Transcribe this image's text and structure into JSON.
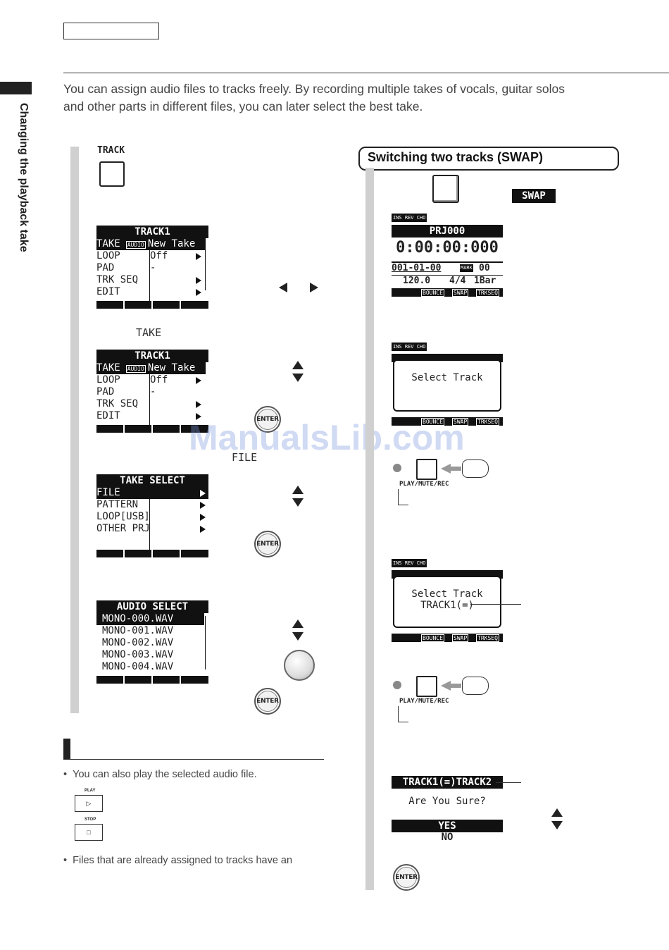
{
  "intro": {
    "line1": "You can assign audio files to tracks freely. By recording multiple takes of vocals, guitar solos",
    "line2": "and other parts in different files, you can later select the best take."
  },
  "side_tab": "Changing the playback take",
  "track_button_label": "TRACK",
  "screen1": {
    "title": "TRACK1",
    "rows": [
      {
        "left": "TAKE",
        "tag": "AUDIO",
        "right": "New Take"
      },
      {
        "left": "LOOP",
        "tag": "",
        "right": "Off"
      },
      {
        "left": "PAD",
        "tag": "",
        "right": "-"
      },
      {
        "left": "TRK SEQ",
        "tag": "",
        "right": ""
      },
      {
        "left": "EDIT",
        "tag": "",
        "right": ""
      }
    ]
  },
  "take_label": "TAKE",
  "screen2": {
    "title": "TRACK1",
    "rows": [
      {
        "left": "TAKE",
        "tag": "AUDIO",
        "right": "New Take"
      },
      {
        "left": "LOOP",
        "tag": "",
        "right": "Off"
      },
      {
        "left": "PAD",
        "tag": "",
        "right": "-"
      },
      {
        "left": "TRK SEQ",
        "tag": "",
        "right": ""
      },
      {
        "left": "EDIT",
        "tag": "",
        "right": ""
      }
    ]
  },
  "enter_label": "ENTER",
  "file_label": "FILE",
  "screen3": {
    "title": "TAKE SELECT",
    "rows": [
      "FILE",
      "PATTERN",
      "LOOP[USB]",
      "OTHER PRJ"
    ]
  },
  "screen4": {
    "title": "AUDIO SELECT",
    "rows": [
      "MONO-000.WAV",
      "MONO-001.WAV",
      "MONO-002.WAV",
      "MONO-003.WAV",
      "MONO-004.WAV"
    ]
  },
  "bullets": {
    "b1": "You can also play the selected audio file.",
    "b2": "Files that are already assigned to tracks have an"
  },
  "keys": {
    "play": "PLAY",
    "stop": "STOP"
  },
  "watermark": "ManualsLib.com",
  "swap": {
    "heading": "Switching two tracks (SWAP)",
    "swap_tag": "SWAP",
    "top_tags": "INS REV CHO",
    "project": "PRJ000",
    "time": "0:00:00:000",
    "position": "001-01-00",
    "mark": "MARK",
    "mark_num": "00",
    "tempo": "120.0",
    "sig": "4/4",
    "bars": "1Bar",
    "soft_keys": [
      "BOUNCE",
      "SWAP",
      "TRKSEQ"
    ],
    "select_track": "Select Track",
    "select_track2": "TRACK1(=)",
    "partial_row": "120.0   4/4  1Bar",
    "play_mute_rec": "PLAY/MUTE/REC",
    "confirm_title": "TRACK1(=)TRACK2",
    "confirm_question": "Are You Sure?",
    "yes": "YES",
    "no": "NO"
  }
}
